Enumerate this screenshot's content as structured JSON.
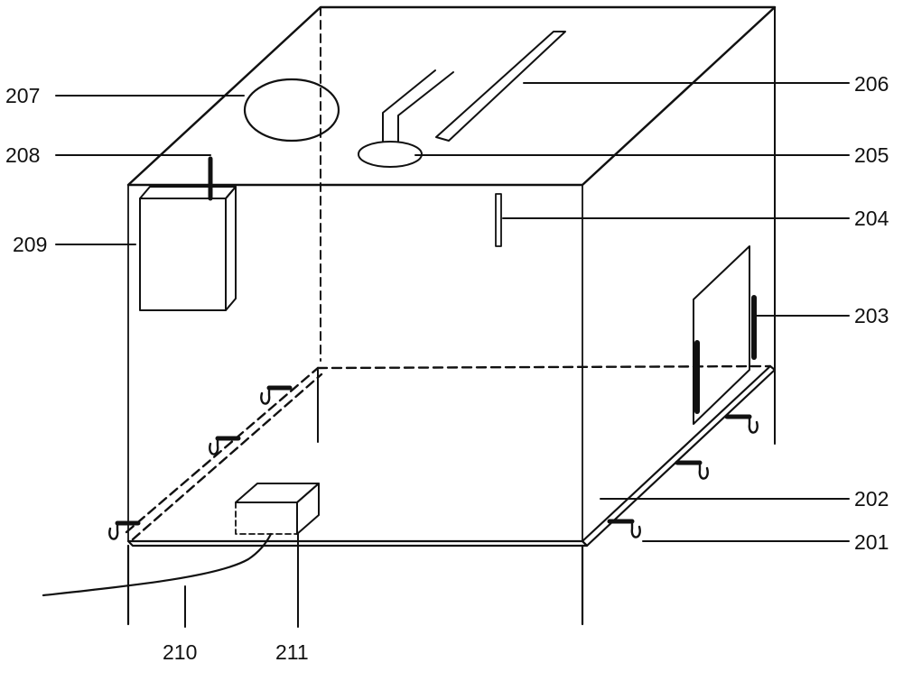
{
  "labels": {
    "l201": "201",
    "l202": "202",
    "l203": "203",
    "l204": "204",
    "l205": "205",
    "l206": "206",
    "l207": "207",
    "l208": "208",
    "l209": "209",
    "l210": "210",
    "l211": "211"
  },
  "colors": {
    "stroke": "#111111",
    "background": "#ffffff"
  }
}
